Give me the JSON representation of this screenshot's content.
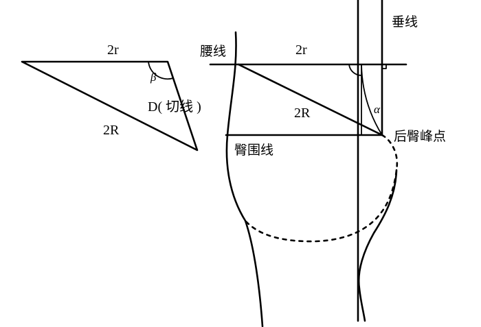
{
  "left_triangle": {
    "top_label": "2r",
    "hyp_label": "2R",
    "side_label": "D( 切线 )",
    "angle_label": "β"
  },
  "right_figure": {
    "vertical_label": "垂线",
    "waist_label": "腰线",
    "top_label": "2r",
    "hyp_label": "2R",
    "angle_label": "α",
    "hip_line_label": "臀围线",
    "peak_label": "后臀峰点"
  },
  "colors": {
    "stroke": "#000000",
    "background": "#ffffff"
  }
}
